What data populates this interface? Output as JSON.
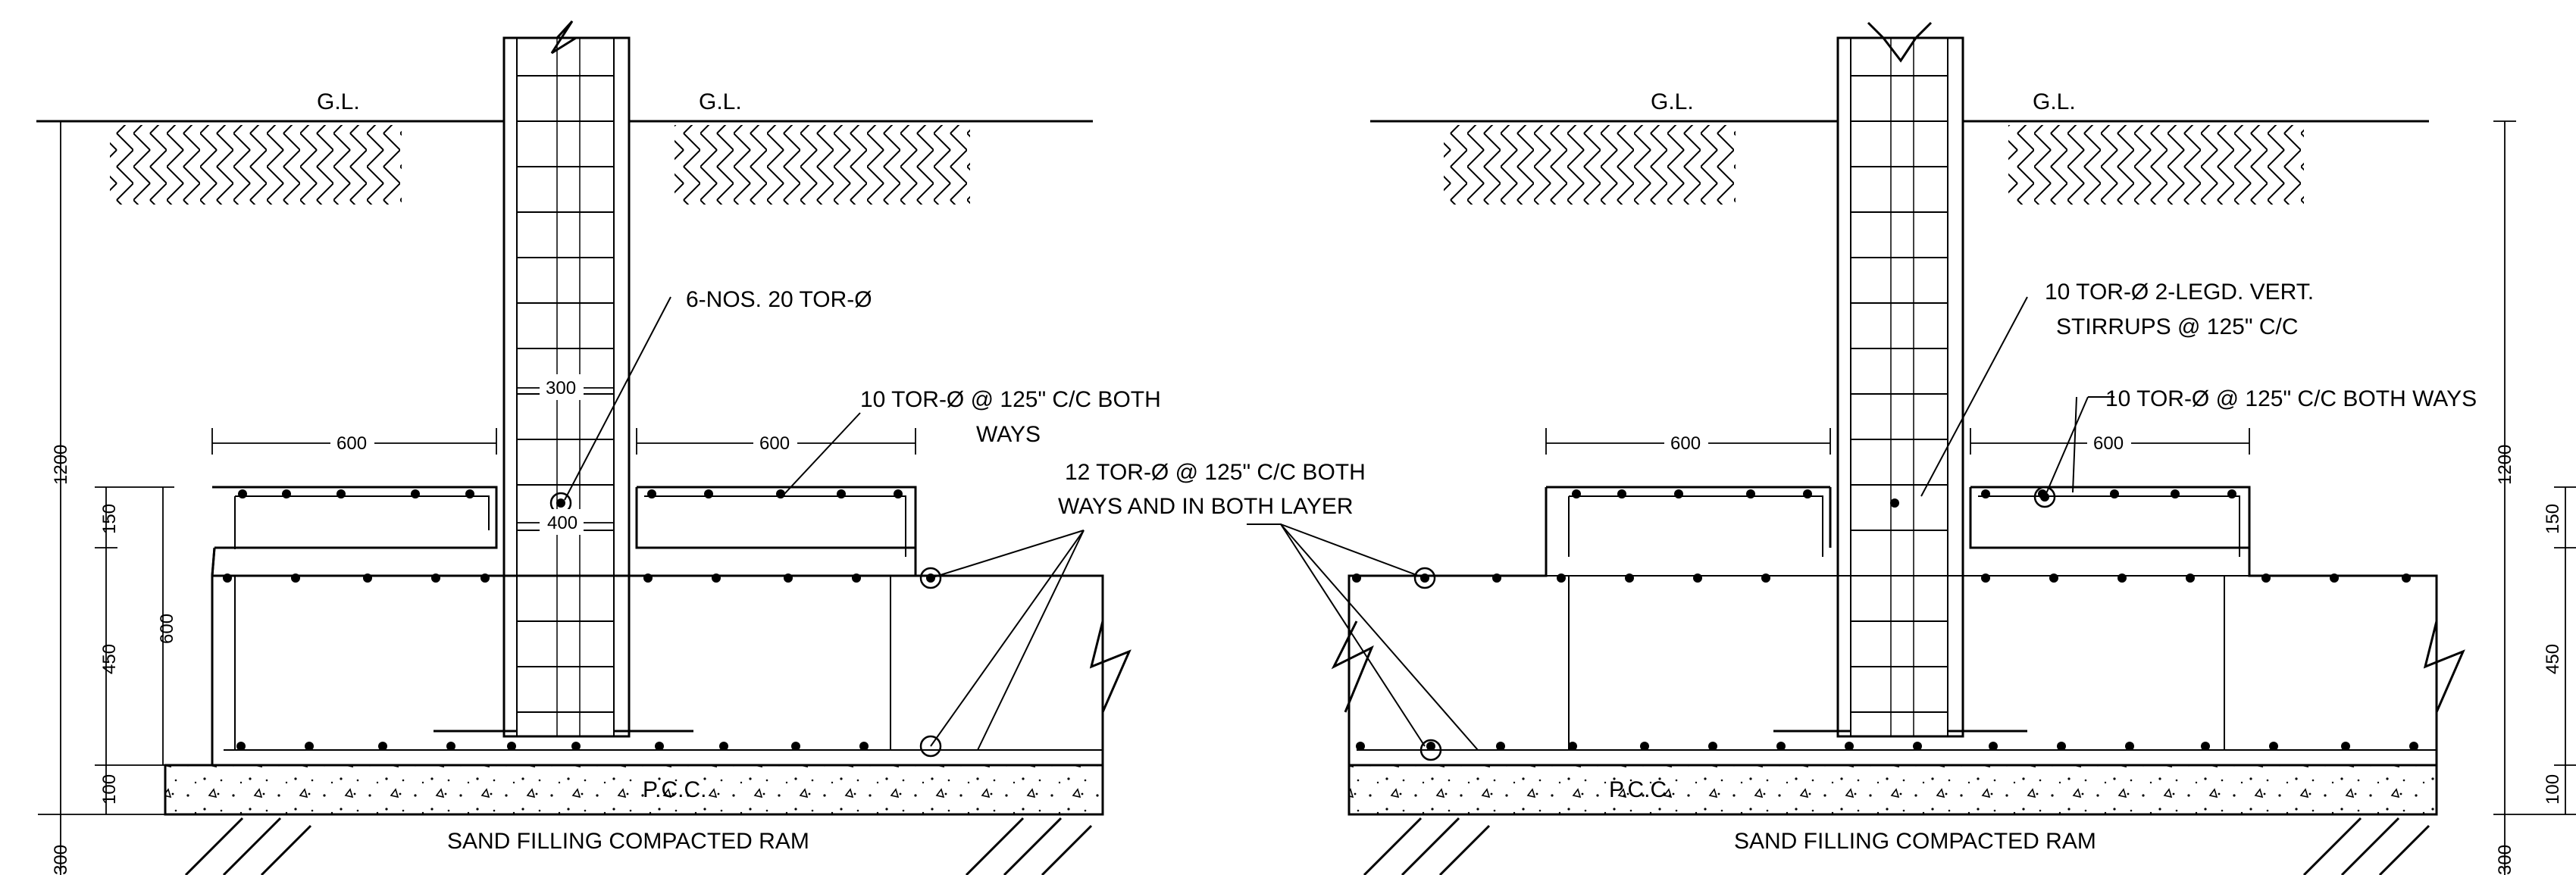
{
  "labels": {
    "gl": "G.L.",
    "column_bars": "6-NOS. 20 TOR-Ø",
    "top_mesh_left_line1": "10 TOR-Ø @ 125\" C/C BOTH",
    "top_mesh_left_line2": "WAYS",
    "bottom_mesh_line1": "12 TOR-Ø @ 125\" C/C BOTH",
    "bottom_mesh_line2": "WAYS AND IN BOTH LAYER",
    "stirrups_line1": "10 TOR-Ø 2-LEGD. VERT.",
    "stirrups_line2": "STIRRUPS @ 125\" C/C",
    "top_mesh_right": "10 TOR-Ø @ 125\" C/C BOTH WAYS",
    "pcc": "P.C.C.",
    "sand": "SAND FILLING COMPACTED RAM"
  },
  "dimensions": {
    "d600": "600",
    "d300": "300",
    "d400": "400",
    "d1200": "1200",
    "d150": "150",
    "d450": "450",
    "d100": "100"
  },
  "colors": {
    "line": "#000000",
    "background": "#ffffff"
  }
}
